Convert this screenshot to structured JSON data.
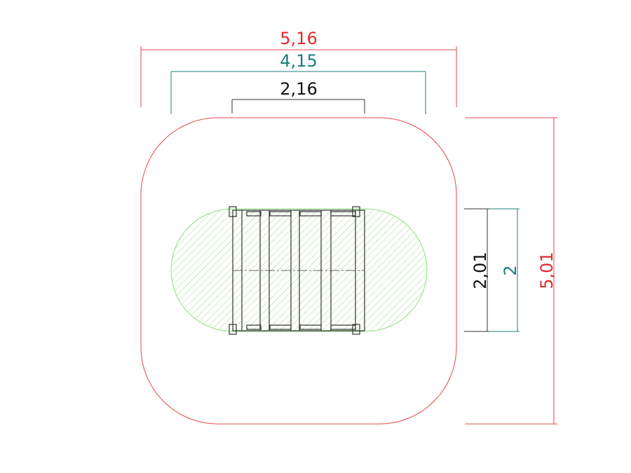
{
  "dimensions": {
    "overall_width": "5,16",
    "inner_width": "4,15",
    "equipment_width": "2,16",
    "overall_depth": "5,01",
    "equipment_depth": "2,01",
    "zone_depth": "2"
  },
  "colors": {
    "safety_area": "#e8474c",
    "fall_zone": "#1a7f7a",
    "equipment": "#111111",
    "hatch": "#7bdc6e"
  }
}
